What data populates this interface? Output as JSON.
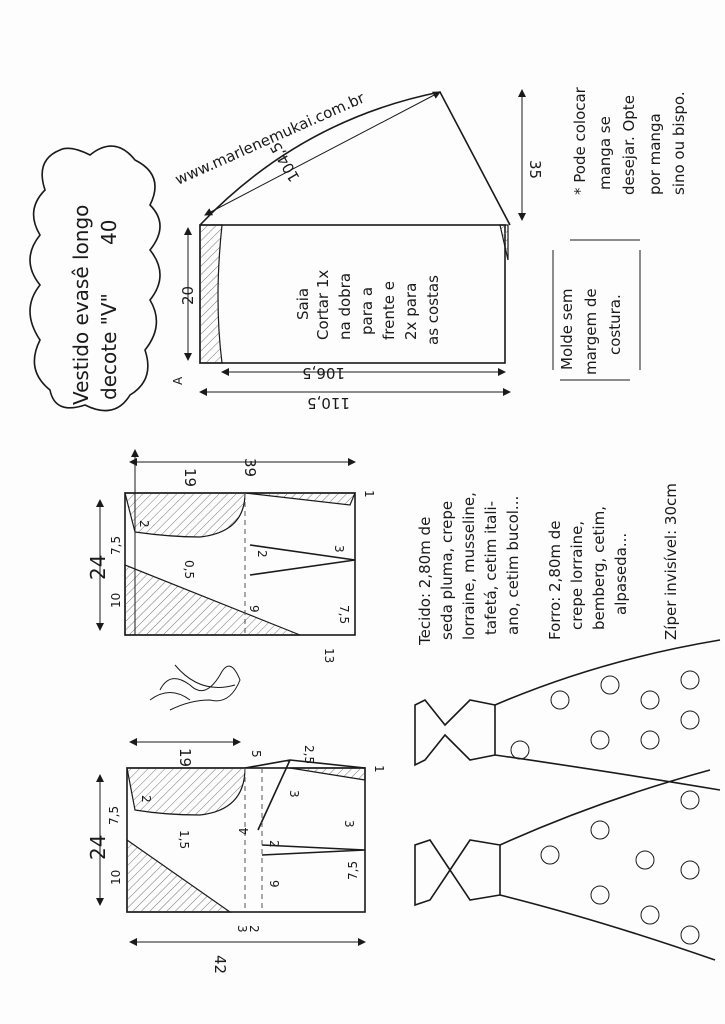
{
  "title": {
    "line1": "Vestido evasê longo",
    "line2": "decote \"V\"",
    "size": "40"
  },
  "website": "www.marlenemukai.com.br",
  "skirt": {
    "diag": "104,5",
    "right": "35",
    "left": "20",
    "inner_width": "106,5",
    "outer_width": "110,5",
    "point": "A",
    "label": [
      "Saia",
      "Cortar 1x",
      "na dobra",
      "para a",
      "frente e",
      "2x para",
      "as costas"
    ]
  },
  "note_box": [
    "Molde sem",
    "margem de",
    "costura."
  ],
  "sleeve_note": [
    "* Pode colocar",
    "manga se",
    "desejar. Opte",
    "por manga",
    "sino ou bispo."
  ],
  "materials": [
    "Tecido: 2,80m de",
    "seda pluma, crepe",
    "lorraine, musseline,",
    "tafetá, cetim itali-",
    "ano, cetim bucol...",
    "Forro: 2,80m de",
    "crepe lorraine,",
    "bemberg, cetim,",
    "alpaseda...",
    "Zíper invisível: 30cm"
  ],
  "back_bodice": {
    "height": "24",
    "neck": "19",
    "length": "39",
    "m2": "2",
    "m75": "7,5",
    "m05": "0,5",
    "m10": "10",
    "m9": "9",
    "dart_w": "2",
    "dart_tip": "3",
    "m75b": "7,5",
    "m13": "13",
    "m1": "1"
  },
  "front_bodice": {
    "height": "24",
    "neck": "19",
    "length": "42",
    "m2": "2",
    "m75": "7,5",
    "m15": "1,5",
    "m10": "10",
    "m9": "9",
    "m4": "4",
    "m2b": "2",
    "dart_tip": "3",
    "m75b": "7,5",
    "m3": "3",
    "m2c": "2",
    "shoulder": "5",
    "m25": "2,5",
    "m3b": "3",
    "m1": "1"
  },
  "signature": "Marlene Mukai"
}
